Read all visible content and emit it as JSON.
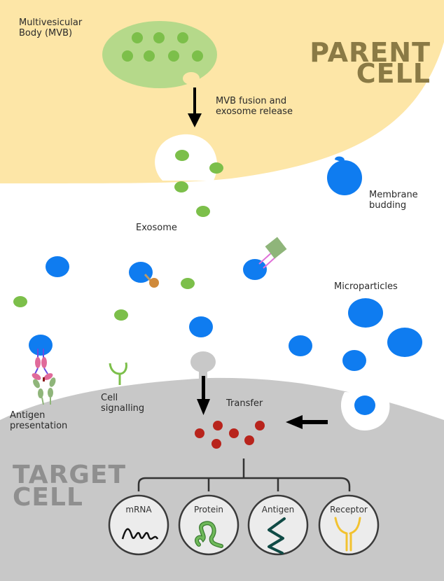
{
  "colors": {
    "parent_cell": "#fde6a7",
    "target_cell": "#c8c8c8",
    "mvb": "#b5d98a",
    "vesicle_green": "#7cbf4a",
    "microparticle_blue": "#0f7cf0",
    "cargo_red": "#b8241c",
    "parent_title": "#8a7a45",
    "target_title": "#8f8f8f",
    "receptor_yellow": "#f2c230",
    "antigen_teal": "#0f4a45",
    "protein_green": "#6fb95a"
  },
  "parent_cell": {
    "title_line1": "PARENT",
    "title_line2": "CELL"
  },
  "target_cell": {
    "title_line1": "TARGET",
    "title_line2": "CELL"
  },
  "labels": {
    "mvb_line1": "Multivesicular",
    "mvb_line2": "Body (MVB)",
    "fusion_line1": "MVB fusion and",
    "fusion_line2": "exosome release",
    "exosome": "Exosome",
    "budding_line1": "Membrane",
    "budding_line2": "budding",
    "microparticles": "Microparticles",
    "antigen_line1": "Antigen",
    "antigen_line2": "presentation",
    "signalling_line1": "Cell",
    "signalling_line2": "signalling",
    "transfer": "Transfer"
  },
  "cargo_types": [
    {
      "label": "mRNA",
      "icon": "mrna-wave-icon"
    },
    {
      "label": "Protein",
      "icon": "protein-coil-icon"
    },
    {
      "label": "Antigen",
      "icon": "antigen-zigzag-icon"
    },
    {
      "label": "Receptor",
      "icon": "receptor-y-icon"
    }
  ]
}
